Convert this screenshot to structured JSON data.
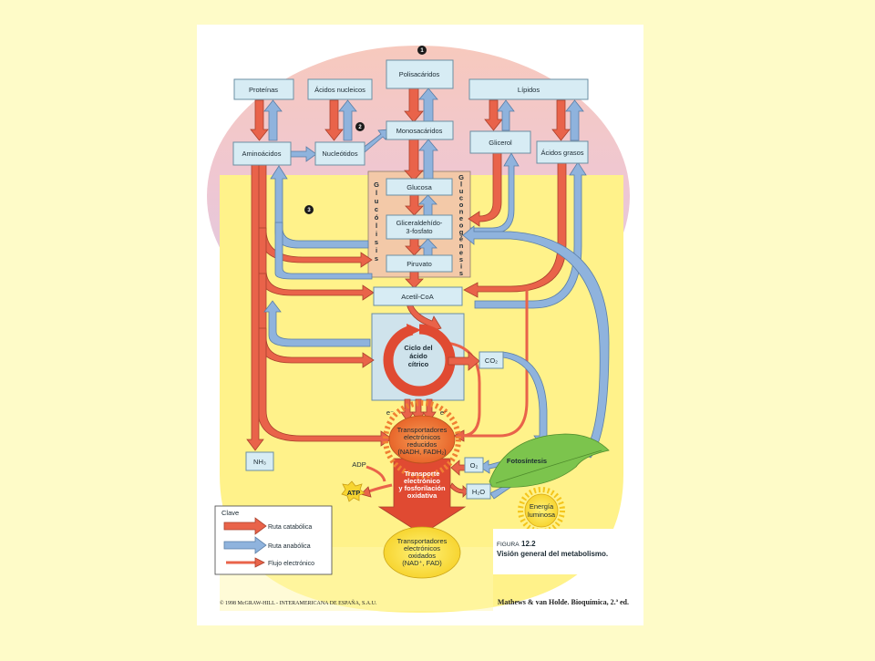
{
  "boxes": {
    "polisacaridos": "Polisacáridos",
    "proteinas": "Proteínas",
    "acidos_nucleicos": "Ácidos nucleicos",
    "lipidos": "Lípidos",
    "monosacaridos": "Monosacáridos",
    "aminoacidos": "Aminoácidos",
    "nucleotidos": "Nucleótidos",
    "glicerol": "Glicerol",
    "acidos_grasos": "Ácidos grasos",
    "glucosa": "Glucosa",
    "gliceraldehido_1": "Gliceraldehído-",
    "gliceraldehido_2": "3-fosfato",
    "piruvato": "Piruvato",
    "acetil_coa": "Acetil-CoA",
    "co2": "CO₂",
    "nh3": "NH₃",
    "o2": "O₂",
    "h2o": "H₂O",
    "adp": "ADP",
    "atp": "ATP"
  },
  "pathways": {
    "glucolisis": [
      "G",
      "l",
      "u",
      "c",
      "ó",
      "l",
      "i",
      "s",
      "i",
      "s"
    ],
    "gluconeogenesis": [
      "G",
      "l",
      "u",
      "c",
      "o",
      "n",
      "e",
      "o",
      "g",
      "é",
      "n",
      "e",
      "s",
      "i",
      "s"
    ]
  },
  "cycle": [
    "Ciclo del",
    "ácido",
    "cítrico"
  ],
  "reduced_carriers": [
    "Transportadores",
    "electrónicos",
    "reducidos",
    "(NADH, FADH₂)"
  ],
  "transport": [
    "Transporte",
    "electrónico",
    "y fosforilación",
    "oxidativa"
  ],
  "oxidized_carriers": [
    "Transportadores",
    "electrónicos",
    "oxidados",
    "(NAD⁺, FAD)"
  ],
  "fotosintesis": "Fotosíntesis",
  "energia": [
    "Energía",
    "luminosa"
  ],
  "electron_marks": [
    "e⁻",
    "e⁻"
  ],
  "stage_numbers": [
    "1",
    "2",
    "3"
  ],
  "key": {
    "title": "Clave",
    "items": [
      "Ruta catabólica",
      "Ruta anabólica",
      "Flujo electrónico"
    ]
  },
  "figure": {
    "label_prefix": "FIGURA",
    "label_number": "12.2",
    "caption": "Visión general del metabolismo."
  },
  "footer": {
    "copyright": "© 1998 McGRAW-HILL - INTERAMERICANA DE ESPAÑA, S.A.U.",
    "citation": "Mathews & van Holde. Bioquímica, 2.ª ed."
  },
  "colors": {
    "slide_bg": "#fefbc8",
    "catabolic": "#e9634a",
    "anabolic": "#8fb3dd",
    "box_fill": "#d7ecf4",
    "stage1_zone": "#f5cdbf",
    "stage2_zone": "#d9c9e6",
    "stage3_zone": "#fff28a",
    "reduced_carrier": "#f07f33",
    "oxidized_carrier": "#fce24a",
    "leaf": "#7cc44d"
  }
}
